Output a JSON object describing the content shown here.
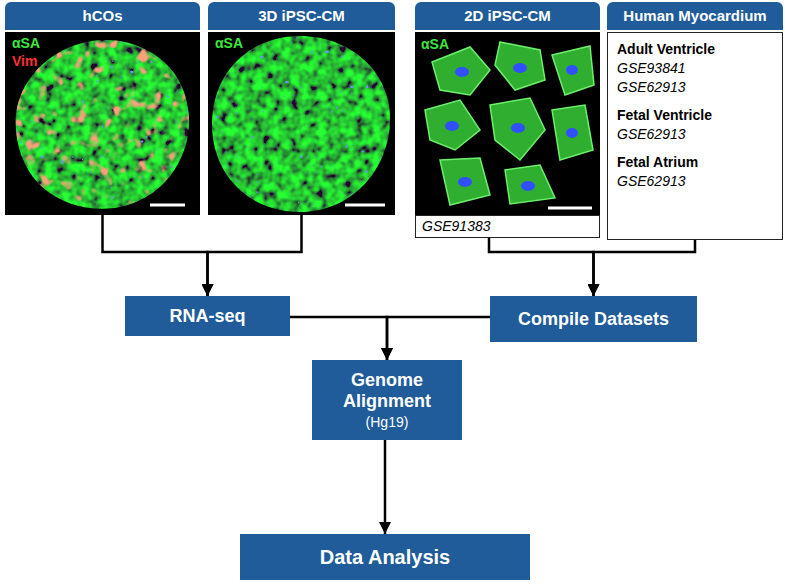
{
  "diagram": {
    "nodes": [
      {
        "text": [
          "hCOs"
        ]
      },
      {
        "text": [
          "3D iPSC-CM"
        ]
      },
      {
        "text": [
          "2D iPSC-CM"
        ]
      },
      {
        "text": [
          "GSE91383"
        ],
        "in": 2
      },
      {
        "text": [
          "Human Myocardium"
        ]
      },
      {
        "text": [
          "Adult Ventricle",
          "GSE93841",
          "GSE62913",
          "Fetal Ventricle",
          "GSE62913",
          "Fetal Atrium",
          "GSE62913"
        ],
        "in": 4
      },
      {
        "text": [
          "RNA-seq"
        ]
      },
      {
        "text": [
          "Compile Datasets"
        ]
      },
      {
        "text": [
          "Genome Alignment",
          "(Hg19)"
        ]
      },
      {
        "text": [
          "Data Analysis"
        ]
      }
    ],
    "edges": [
      {
        "from": 0,
        "to": 6,
        "arrow": "to"
      },
      {
        "from": 1,
        "to": 6,
        "arrow": "to"
      },
      {
        "from": 2,
        "to": 7,
        "arrow": "to"
      },
      {
        "from": 4,
        "to": 7,
        "arrow": "to"
      },
      {
        "from": 6,
        "to": 8,
        "arrow": "to"
      },
      {
        "from": 7,
        "to": 8,
        "arrow": "to"
      },
      {
        "from": 8,
        "to": 9,
        "arrow": "to"
      }
    ],
    "labels": [
      "αSA",
      "Vim",
      "αSA",
      "αSA"
    ]
  }
}
